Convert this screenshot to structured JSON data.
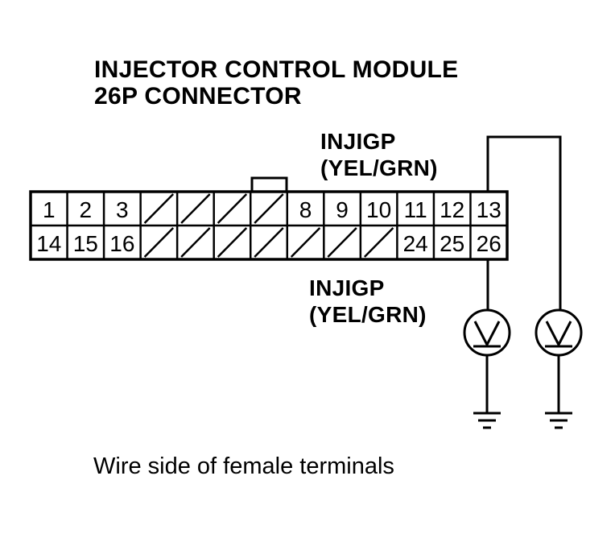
{
  "title": {
    "line1": "INJECTOR CONTROL MODULE",
    "line2": "26P CONNECTOR"
  },
  "label_top": {
    "name": "INJIGP",
    "wire": "(YEL/GRN)"
  },
  "label_bottom": {
    "name": "INJIGP",
    "wire": "(YEL/GRN)"
  },
  "caption": "Wire side of female terminals",
  "connector": {
    "top_row": [
      "1",
      "2",
      "3",
      "",
      "",
      "",
      "",
      "8",
      "9",
      "10",
      "11",
      "12",
      "13"
    ],
    "bottom_row": [
      "14",
      "15",
      "16",
      "",
      "",
      "",
      "",
      "",
      "",
      "",
      "24",
      "25",
      "26"
    ]
  },
  "icons": [
    "voltmeter-icon",
    "ground-icon"
  ]
}
